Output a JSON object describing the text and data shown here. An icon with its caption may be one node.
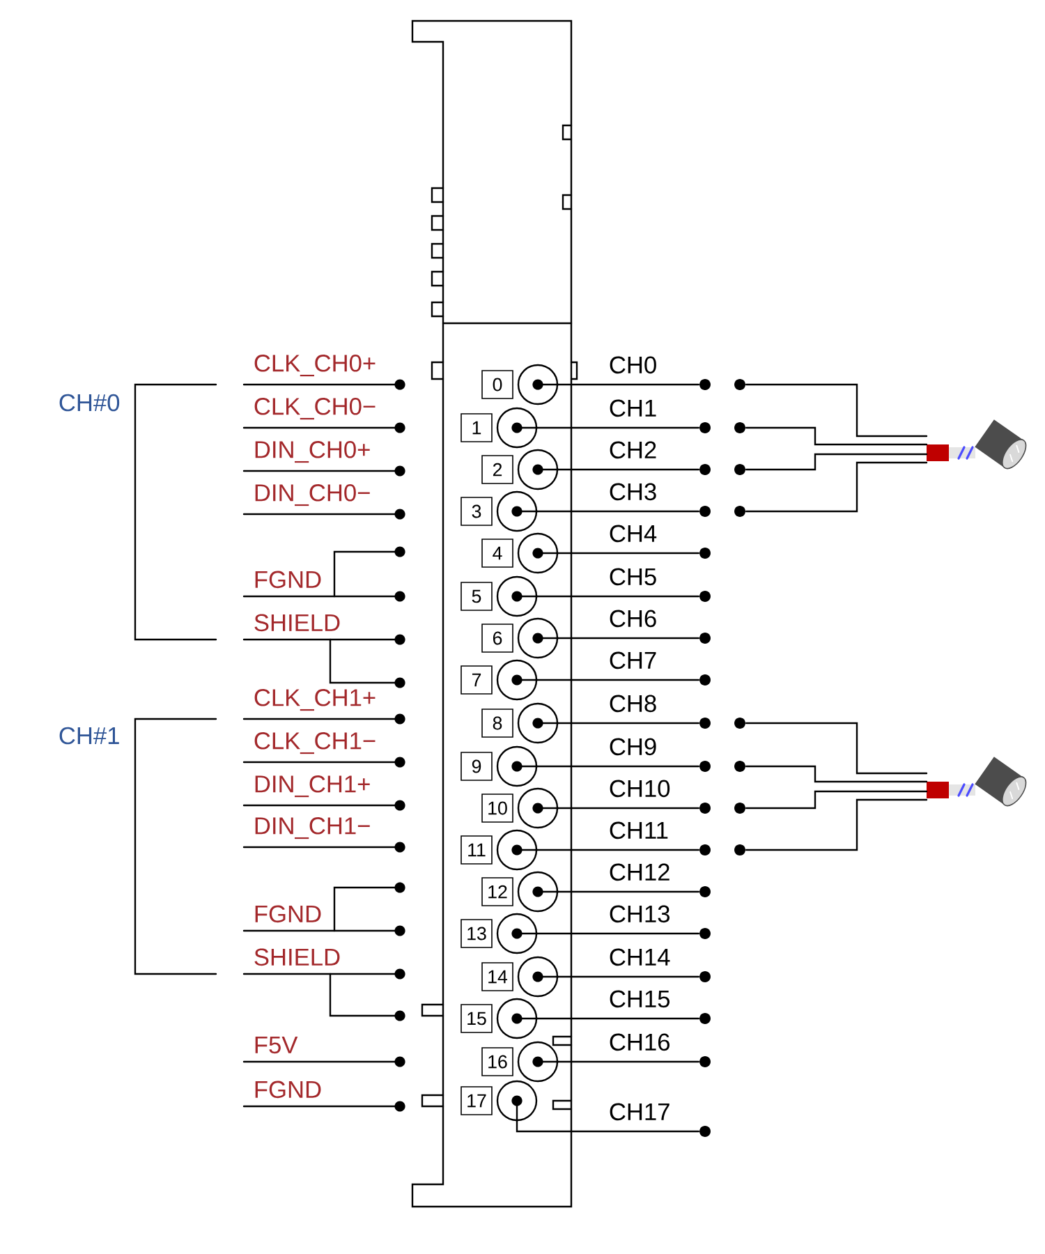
{
  "diagram": {
    "nodes": [
      {
        "text": [],
        "shape": "box"
      },
      {
        "text": [],
        "shape": "circle",
        "beside": [
          "0"
        ],
        "in": 0
      },
      {
        "text": [],
        "shape": "circle",
        "beside": [
          "1"
        ],
        "in": 0
      },
      {
        "text": [],
        "shape": "circle",
        "beside": [
          "2"
        ],
        "in": 0
      },
      {
        "text": [],
        "shape": "circle",
        "beside": [
          "3"
        ],
        "in": 0
      },
      {
        "text": [],
        "shape": "circle",
        "beside": [
          "4"
        ],
        "in": 0
      },
      {
        "text": [],
        "shape": "circle",
        "beside": [
          "5"
        ],
        "in": 0
      },
      {
        "text": [],
        "shape": "circle",
        "beside": [
          "6"
        ],
        "in": 0
      },
      {
        "text": [],
        "shape": "circle",
        "beside": [
          "7"
        ],
        "in": 0
      },
      {
        "text": [],
        "shape": "circle",
        "beside": [
          "8"
        ],
        "in": 0
      },
      {
        "text": [],
        "shape": "circle",
        "beside": [
          "9"
        ],
        "in": 0
      },
      {
        "text": [],
        "shape": "circle",
        "beside": [
          "10"
        ],
        "in": 0
      },
      {
        "text": [],
        "shape": "circle",
        "beside": [
          "11"
        ],
        "in": 0
      },
      {
        "text": [],
        "shape": "circle",
        "beside": [
          "12"
        ],
        "in": 0
      },
      {
        "text": [],
        "shape": "circle",
        "beside": [
          "13"
        ],
        "in": 0
      },
      {
        "text": [],
        "shape": "circle",
        "beside": [
          "14"
        ],
        "in": 0
      },
      {
        "text": [],
        "shape": "circle",
        "beside": [
          "15"
        ],
        "in": 0
      },
      {
        "text": [],
        "shape": "circle",
        "beside": [
          "16"
        ],
        "in": 0
      },
      {
        "text": [],
        "shape": "circle",
        "beside": [
          "17"
        ],
        "in": 0
      },
      {
        "text": [],
        "shape": "circle"
      },
      {
        "text": [],
        "shape": "circle"
      },
      {
        "text": [],
        "shape": "circle"
      },
      {
        "text": [],
        "shape": "circle"
      },
      {
        "text": [],
        "shape": "circle"
      },
      {
        "text": [],
        "shape": "circle"
      },
      {
        "text": [],
        "shape": "circle"
      },
      {
        "text": [],
        "shape": "circle"
      },
      {
        "text": [],
        "shape": "picture"
      },
      {
        "text": [],
        "shape": "picture"
      },
      {
        "text": [],
        "shape": "circle"
      },
      {
        "text": [],
        "shape": "circle"
      },
      {
        "text": [],
        "shape": "circle"
      },
      {
        "text": [],
        "shape": "circle"
      },
      {
        "text": [],
        "shape": "circle"
      },
      {
        "text": [],
        "shape": "circle"
      },
      {
        "text": [],
        "shape": "circle"
      },
      {
        "text": [],
        "shape": "circle"
      },
      {
        "text": [],
        "shape": "circle"
      },
      {
        "text": [],
        "shape": "circle"
      },
      {
        "text": [],
        "shape": "circle"
      },
      {
        "text": [],
        "shape": "circle"
      },
      {
        "text": [],
        "shape": "circle"
      },
      {
        "text": [],
        "shape": "circle"
      },
      {
        "text": [],
        "shape": "circle"
      },
      {
        "text": [],
        "shape": "circle"
      },
      {
        "text": [],
        "shape": "circle"
      },
      {
        "text": [],
        "shape": "circle"
      }
    ],
    "edges": [
      {
        "from": 1,
        "to": 29,
        "arrow": "none",
        "label": "CH0"
      },
      {
        "from": 2,
        "to": 30,
        "arrow": "none",
        "label": "CH1"
      },
      {
        "from": 3,
        "to": 31,
        "arrow": "none",
        "label": "CH2"
      },
      {
        "from": 4,
        "to": 32,
        "arrow": "none",
        "label": "CH3"
      },
      {
        "from": 5,
        "to": 33,
        "arrow": "none",
        "label": "CH4"
      },
      {
        "from": 6,
        "to": 34,
        "arrow": "none",
        "label": "CH5"
      },
      {
        "from": 7,
        "to": 35,
        "arrow": "none",
        "label": "CH6"
      },
      {
        "from": 8,
        "to": 36,
        "arrow": "none",
        "label": "CH7"
      },
      {
        "from": 9,
        "to": 37,
        "arrow": "none",
        "label": "CH8"
      },
      {
        "from": 10,
        "to": 38,
        "arrow": "none",
        "label": "CH9"
      },
      {
        "from": 11,
        "to": 39,
        "arrow": "none",
        "label": "CH10"
      },
      {
        "from": 12,
        "to": 40,
        "arrow": "none",
        "label": "CH11"
      },
      {
        "from": 13,
        "to": 41,
        "arrow": "none",
        "label": "CH12"
      },
      {
        "from": 14,
        "to": 42,
        "arrow": "none",
        "label": "CH13"
      },
      {
        "from": 15,
        "to": 43,
        "arrow": "none",
        "label": "CH14"
      },
      {
        "from": 16,
        "to": 44,
        "arrow": "none",
        "label": "CH15"
      },
      {
        "from": 17,
        "to": 45,
        "arrow": "none",
        "label": "CH16"
      },
      {
        "from": 18,
        "to": 46,
        "arrow": "none",
        "label": "CH17"
      },
      {
        "from": 19,
        "to": 27,
        "arrow": "none"
      },
      {
        "from": 20,
        "to": 27,
        "arrow": "none"
      },
      {
        "from": 21,
        "to": 27,
        "arrow": "none"
      },
      {
        "from": 22,
        "to": 27,
        "arrow": "none"
      },
      {
        "from": 23,
        "to": 28,
        "arrow": "none"
      },
      {
        "from": 24,
        "to": 28,
        "arrow": "none"
      },
      {
        "from": 25,
        "to": 28,
        "arrow": "none"
      },
      {
        "from": 26,
        "to": 28,
        "arrow": "none"
      }
    ],
    "labels": [
      "CH#0",
      "CLK_CH0+",
      "CLK_CH0−",
      "DIN_CH0+",
      "DIN_CH0−",
      "FGND",
      "SHIELD",
      "CH#1",
      "CLK_CH1+",
      "CLK_CH1−",
      "DIN_CH1+",
      "DIN_CH1−",
      "FGND",
      "SHIELD",
      "F5V",
      "FGND"
    ]
  }
}
